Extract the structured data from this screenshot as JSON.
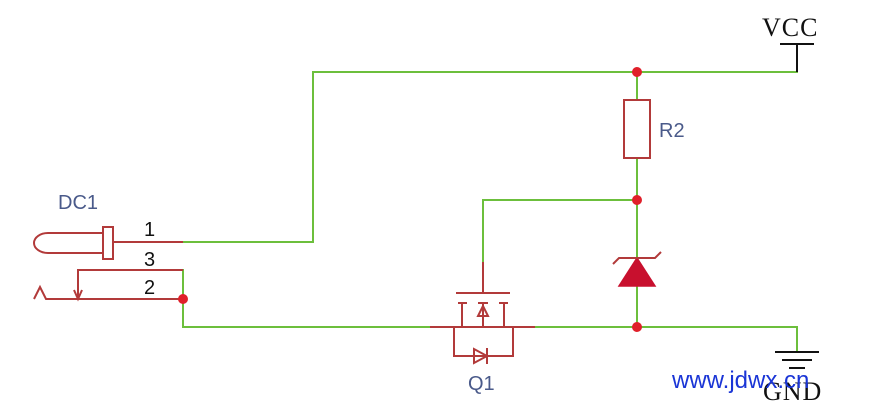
{
  "labels": {
    "vcc": "VCC",
    "gnd": "GND",
    "r2": "R2",
    "dc1": "DC1",
    "q1": "Q1",
    "pin1": "1",
    "pin3": "3",
    "pin2": "2"
  },
  "watermark": "www.jdwx.cn",
  "colors": {
    "wire": "#6cbf3c",
    "component": "#b23a3a",
    "junction": "#e0202a",
    "label": "#4a5a8a",
    "watermark": "#1a35d6"
  }
}
